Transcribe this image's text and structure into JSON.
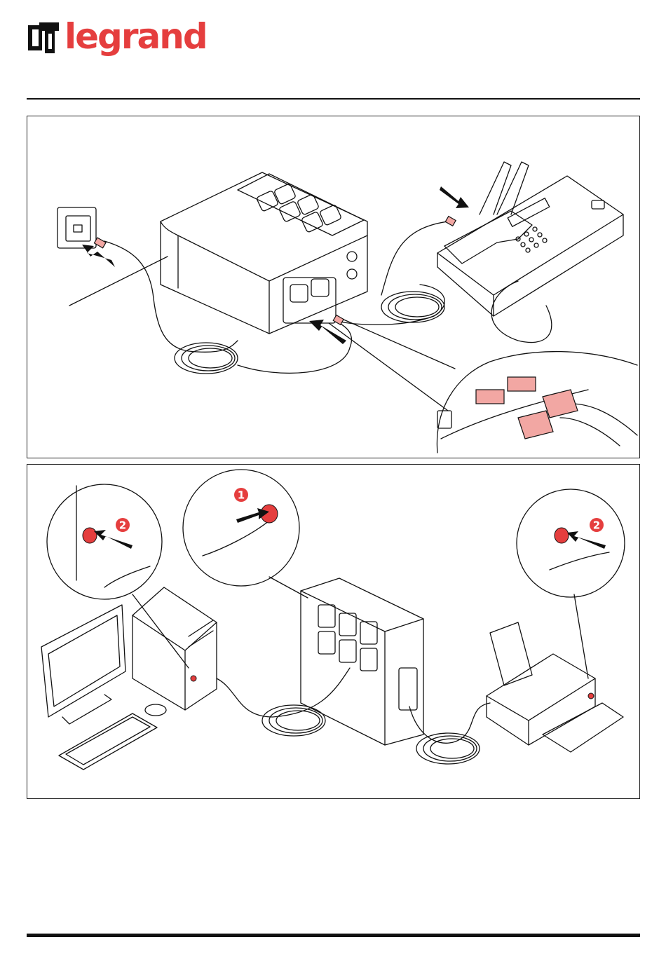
{
  "brand": {
    "name": "legrand",
    "color": "#e53e3e"
  },
  "panel_2": {
    "steps": {
      "ups_power_step": "1",
      "computer_power_step": "2",
      "printer_power_step": "2"
    }
  },
  "colors": {
    "accent": "#e53e3e",
    "connector_highlight": "#f2a7a3",
    "line": "#111111"
  }
}
